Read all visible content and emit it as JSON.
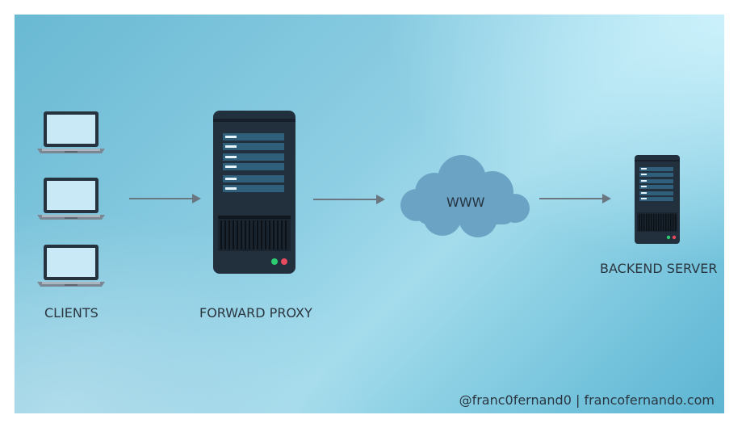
{
  "nodes": {
    "clients": "CLIENTS",
    "proxy": "FORWARD PROXY",
    "internet": "WWW",
    "backend": "BACKEND SERVER"
  },
  "credit": {
    "handle": "@franc0fernand0",
    "separator": "|",
    "site": "francofernando.com"
  },
  "colors": {
    "server_body": "#222f3d",
    "server_panel": "#2f5f7a",
    "cloud": "#6ba3c4",
    "arrow": "#6a7680",
    "laptop_screen": "#c9e9f7",
    "led_green": "#2ecc71",
    "led_red": "#e84a5f"
  }
}
